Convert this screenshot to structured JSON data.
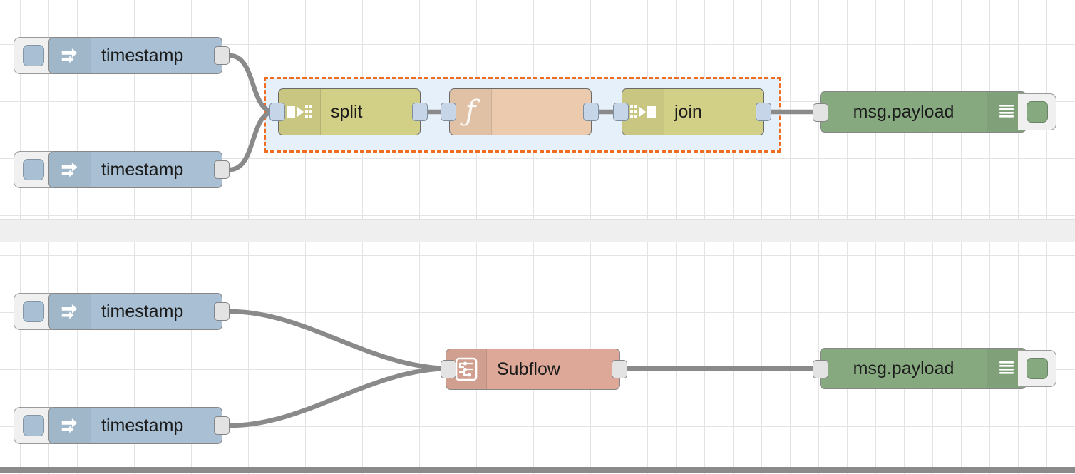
{
  "app": {
    "name": "Node-RED flow editor canvas"
  },
  "canvas": {
    "grid_color": "#e3e3e3",
    "background": "#ffffff",
    "separator_color": "#efefef",
    "wire_color": "#8a8a8a"
  },
  "selection": {
    "outline_color": "#ef6c21",
    "fill_color": "#e5f0fb",
    "style": "dashed"
  },
  "flows": [
    {
      "id": "flow-top",
      "nodes": [
        {
          "id": "inject-1",
          "type": "inject",
          "label": "timestamp",
          "icon": "arrow-right-inject-icon",
          "color": "#a9c0d4",
          "selected": false
        },
        {
          "id": "inject-2",
          "type": "inject",
          "label": "timestamp",
          "icon": "arrow-right-inject-icon",
          "color": "#a9c0d4",
          "selected": false
        },
        {
          "id": "split-1",
          "type": "split",
          "label": "split",
          "icon": "split-icon",
          "color": "#d2cf86",
          "selected": true
        },
        {
          "id": "func-1",
          "type": "function",
          "label": "",
          "icon": "function-f-icon",
          "color": "#eccaad",
          "selected": true
        },
        {
          "id": "join-1",
          "type": "join",
          "label": "join",
          "icon": "join-icon",
          "color": "#d2cf86",
          "selected": true
        },
        {
          "id": "debug-1",
          "type": "debug",
          "label": "msg.payload",
          "icon": "debug-list-icon",
          "color": "#87a980",
          "selected": false
        }
      ]
    },
    {
      "id": "flow-bottom",
      "nodes": [
        {
          "id": "inject-3",
          "type": "inject",
          "label": "timestamp",
          "icon": "arrow-right-inject-icon",
          "color": "#a9c0d4",
          "selected": false
        },
        {
          "id": "inject-4",
          "type": "inject",
          "label": "timestamp",
          "icon": "arrow-right-inject-icon",
          "color": "#a9c0d4",
          "selected": false
        },
        {
          "id": "subflow-1",
          "type": "subflow",
          "label": "Subflow",
          "icon": "subflow-icon",
          "color": "#dda898",
          "selected": false
        },
        {
          "id": "debug-2",
          "type": "debug",
          "label": "msg.payload",
          "icon": "debug-list-icon",
          "color": "#87a980",
          "selected": false
        }
      ]
    }
  ],
  "labels": {
    "timestamp_1": "timestamp",
    "timestamp_2": "timestamp",
    "timestamp_3": "timestamp",
    "timestamp_4": "timestamp",
    "split": "split",
    "join": "join",
    "function": "",
    "subflow": "Subflow",
    "debug_1": "msg.payload",
    "debug_2": "msg.payload"
  }
}
